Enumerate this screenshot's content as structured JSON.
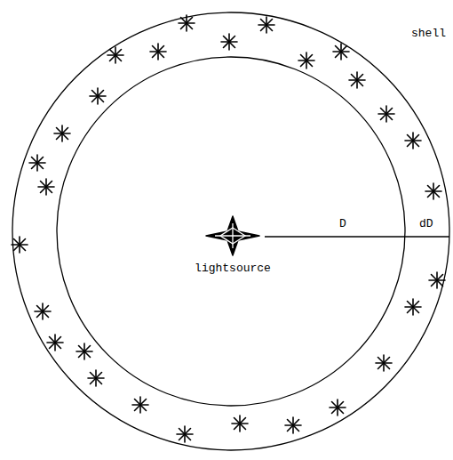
{
  "diagram": {
    "labels": [
      "shell",
      "D",
      "dD",
      "lightsource"
    ]
  }
}
